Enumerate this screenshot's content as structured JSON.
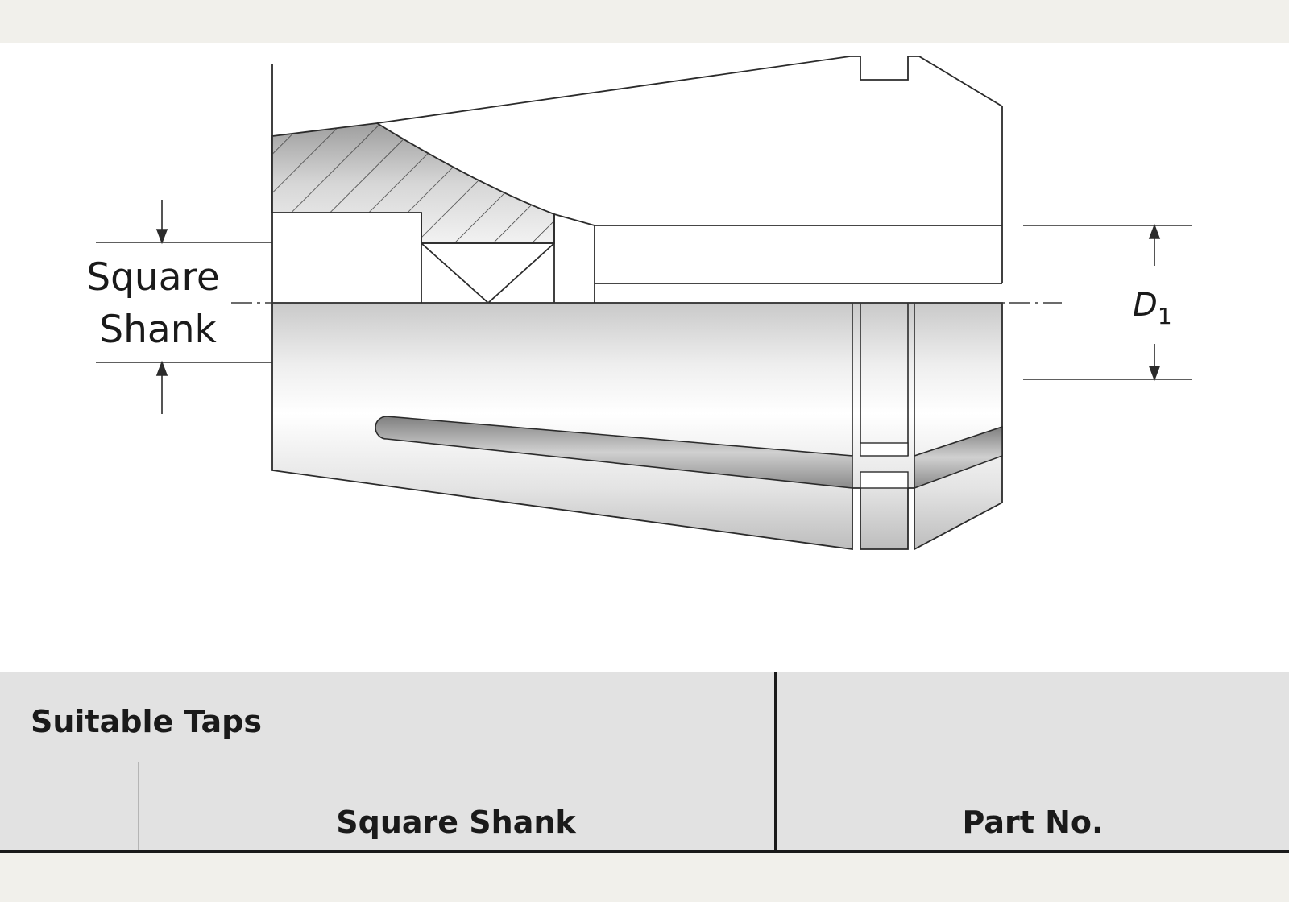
{
  "diagram": {
    "label_square_line1": "Square",
    "label_square_line2": "Shank",
    "label_d": "D",
    "label_d_subscript": "1"
  },
  "table": {
    "col_suitable_taps": "Suitable Taps",
    "col_square_shank": "Square Shank",
    "col_part_no": "Part No."
  }
}
